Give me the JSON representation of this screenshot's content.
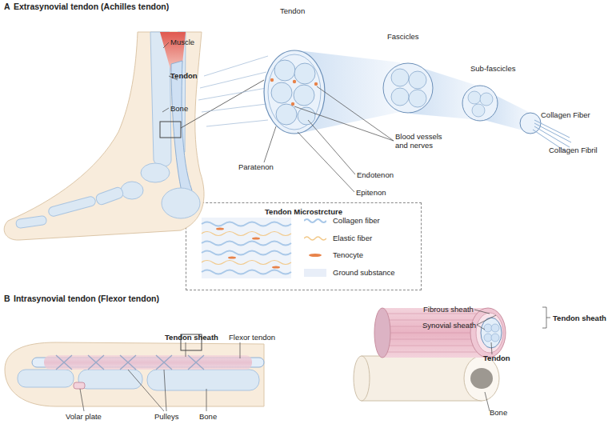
{
  "diagram": {
    "nodes": [
      {
        "text": [
          "Tendon Microstrcture"
        ]
      }
    ],
    "labels": [
      "A",
      "Extrasynovial tendon (Achilles tendon)",
      "Muscle",
      "Tendon",
      "Bone",
      "Tendon",
      "Fascicles",
      "Sub-fascicles",
      "Collagen Fiber",
      "Collagen Fibril",
      "Paratenon",
      "Blood vessels and nerves",
      "Endotenon",
      "Epitenon",
      "B",
      "Intrasynovial tendon (Flexor tendon)",
      "Tendon sheath",
      "Flexor tendon",
      "Volar plate",
      "Pulleys",
      "Bone",
      "Fibrous sheath",
      "Synovial sheath",
      "Tendon sheath",
      "Tendon",
      "Bone"
    ],
    "legend": [
      {
        "text": "Collagen fiber"
      },
      {
        "text": "Elastic fiber"
      },
      {
        "text": "Tenocyte"
      },
      {
        "text": "Ground substance",
        "color": "#e8eef8"
      }
    ]
  }
}
